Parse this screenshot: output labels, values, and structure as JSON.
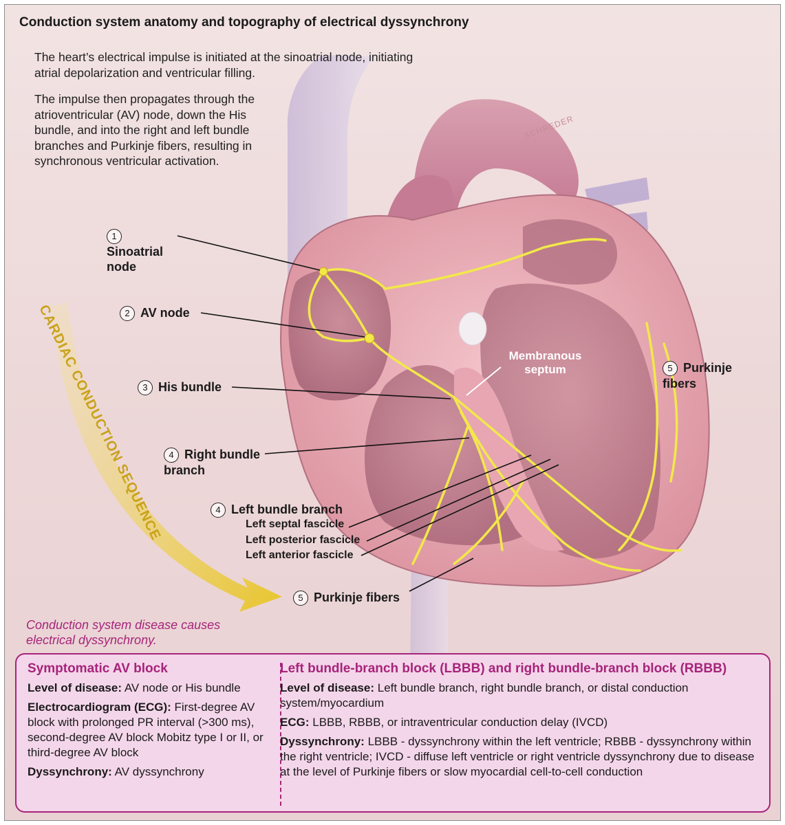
{
  "title": "Conduction system anatomy and topography of electrical dyssynchrony",
  "intro": {
    "p1": "The heart’s electrical impulse is initiated at the sinoatrial node, initiating atrial depolarization and ventricular filling.",
    "p2": "The impulse then propagates through the atrioventricular (AV) node, down the His bundle, and into the right and left bundle branches and Purkinje fibers, resulting in synchronous ventricular activation."
  },
  "signature": "SCHREDER",
  "sequence_label": "CARDIAC CONDUCTION SEQUENCE",
  "labels": {
    "sa_num": "1",
    "sa": "Sinoatrial node",
    "av_num": "2",
    "av": "AV node",
    "his_num": "3",
    "his": "His bundle",
    "rbb_num": "4",
    "rbb": "Right bundle branch",
    "lbb_num": "4",
    "lbb": "Left bundle branch",
    "lsf": "Left septal fascicle",
    "lpf": "Left posterior fascicle",
    "laf": "Left anterior fascicle",
    "purk_bottom_num": "5",
    "purk_bottom": "Purkinje fibers",
    "purk_right_num": "5",
    "purk_right": "Purkinje fibers",
    "membranous": "Membranous septum"
  },
  "disease_note": "Conduction system disease causes electrical dyssynchrony.",
  "panel": {
    "left": {
      "heading": "Symptomatic AV block",
      "level_label": "Level of disease:",
      "level": "AV node or His bundle",
      "ecg_label": "Electrocardiogram (ECG):",
      "ecg": "First-degree AV block with prolonged PR interval (>300 ms), second-degree AV block Mobitz type I or II, or third-degree AV block",
      "dys_label": "Dyssynchrony:",
      "dys": "AV dyssynchrony"
    },
    "right": {
      "heading": "Left bundle-branch block (LBBB) and right bundle-branch block (RBBB)",
      "level_label": "Level of disease:",
      "level": "Left bundle branch, right bundle branch, or distal conduction system/myocardium",
      "ecg_label": "ECG:",
      "ecg": "LBBB, RBBB, or intraventricular conduction delay (IVCD)",
      "dys_label": "Dyssynchrony:",
      "dys": "LBBB - dyssynchrony within the left ventricle; RBBB - dyssynchrony within the right ventricle; IVCD - diffuse left ventricle or right ventricle dyssynchrony due to disease at the level of Purkinje fibers or slow myocardial cell-to-cell conduction"
    }
  },
  "colors": {
    "accent": "#a6247a",
    "conduction": "#f2e84a",
    "arrow": "#e7c63a"
  }
}
